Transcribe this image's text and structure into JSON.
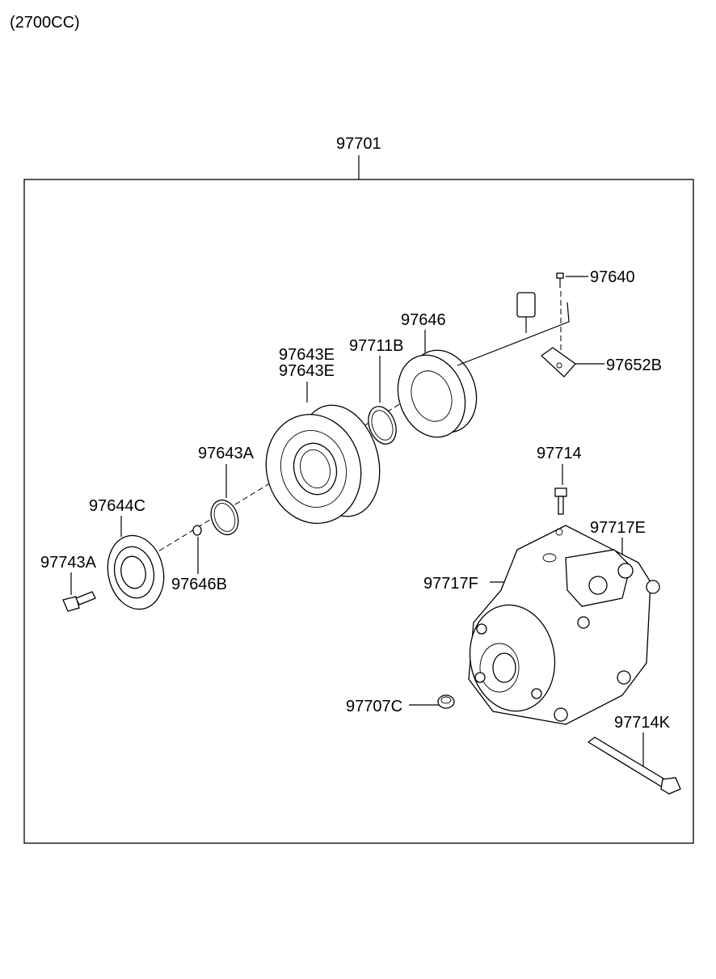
{
  "header": {
    "engine": "(2700CC)"
  },
  "assembly": {
    "part_number": "97701"
  },
  "labels": {
    "p97640": "97640",
    "p97646": "97646",
    "p97652B": "97652B",
    "p97711B": "97711B",
    "p97643E_1": "97643E",
    "p97643E_2": "97643E",
    "p97643A": "97643A",
    "p97714": "97714",
    "p97644C": "97644C",
    "p97717E": "97717E",
    "p97743A": "97743A",
    "p97646B": "97646B",
    "p97717F": "97717F",
    "p97707C": "97707C",
    "p97714K": "97714K"
  }
}
